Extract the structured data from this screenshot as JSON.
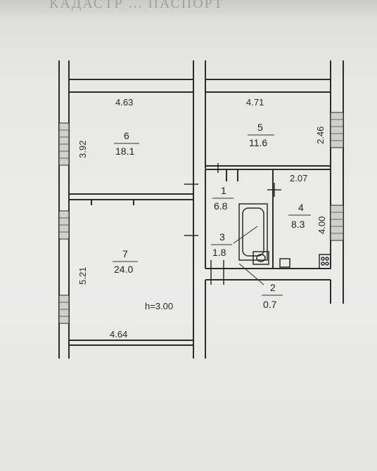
{
  "header": {
    "text": "КАДАСТР ... ПАСПОРТ"
  },
  "plan": {
    "ceiling_height": "h=3.00",
    "dimensions": {
      "room6_width": "4.63",
      "room5_width": "4.71",
      "left_upper": "3.92",
      "right_upper": "2.46",
      "room4_width": "2.07",
      "room4_height": "4.00",
      "left_lower": "5.21",
      "room7_width": "4.64"
    },
    "rooms": [
      {
        "id": "6",
        "area": "18.1"
      },
      {
        "id": "5",
        "area": "11.6"
      },
      {
        "id": "1",
        "area": "6.8"
      },
      {
        "id": "4",
        "area": "8.3"
      },
      {
        "id": "3",
        "area": "1.8"
      },
      {
        "id": "7",
        "area": "24.0"
      },
      {
        "id": "2",
        "area": "0.7"
      }
    ]
  }
}
